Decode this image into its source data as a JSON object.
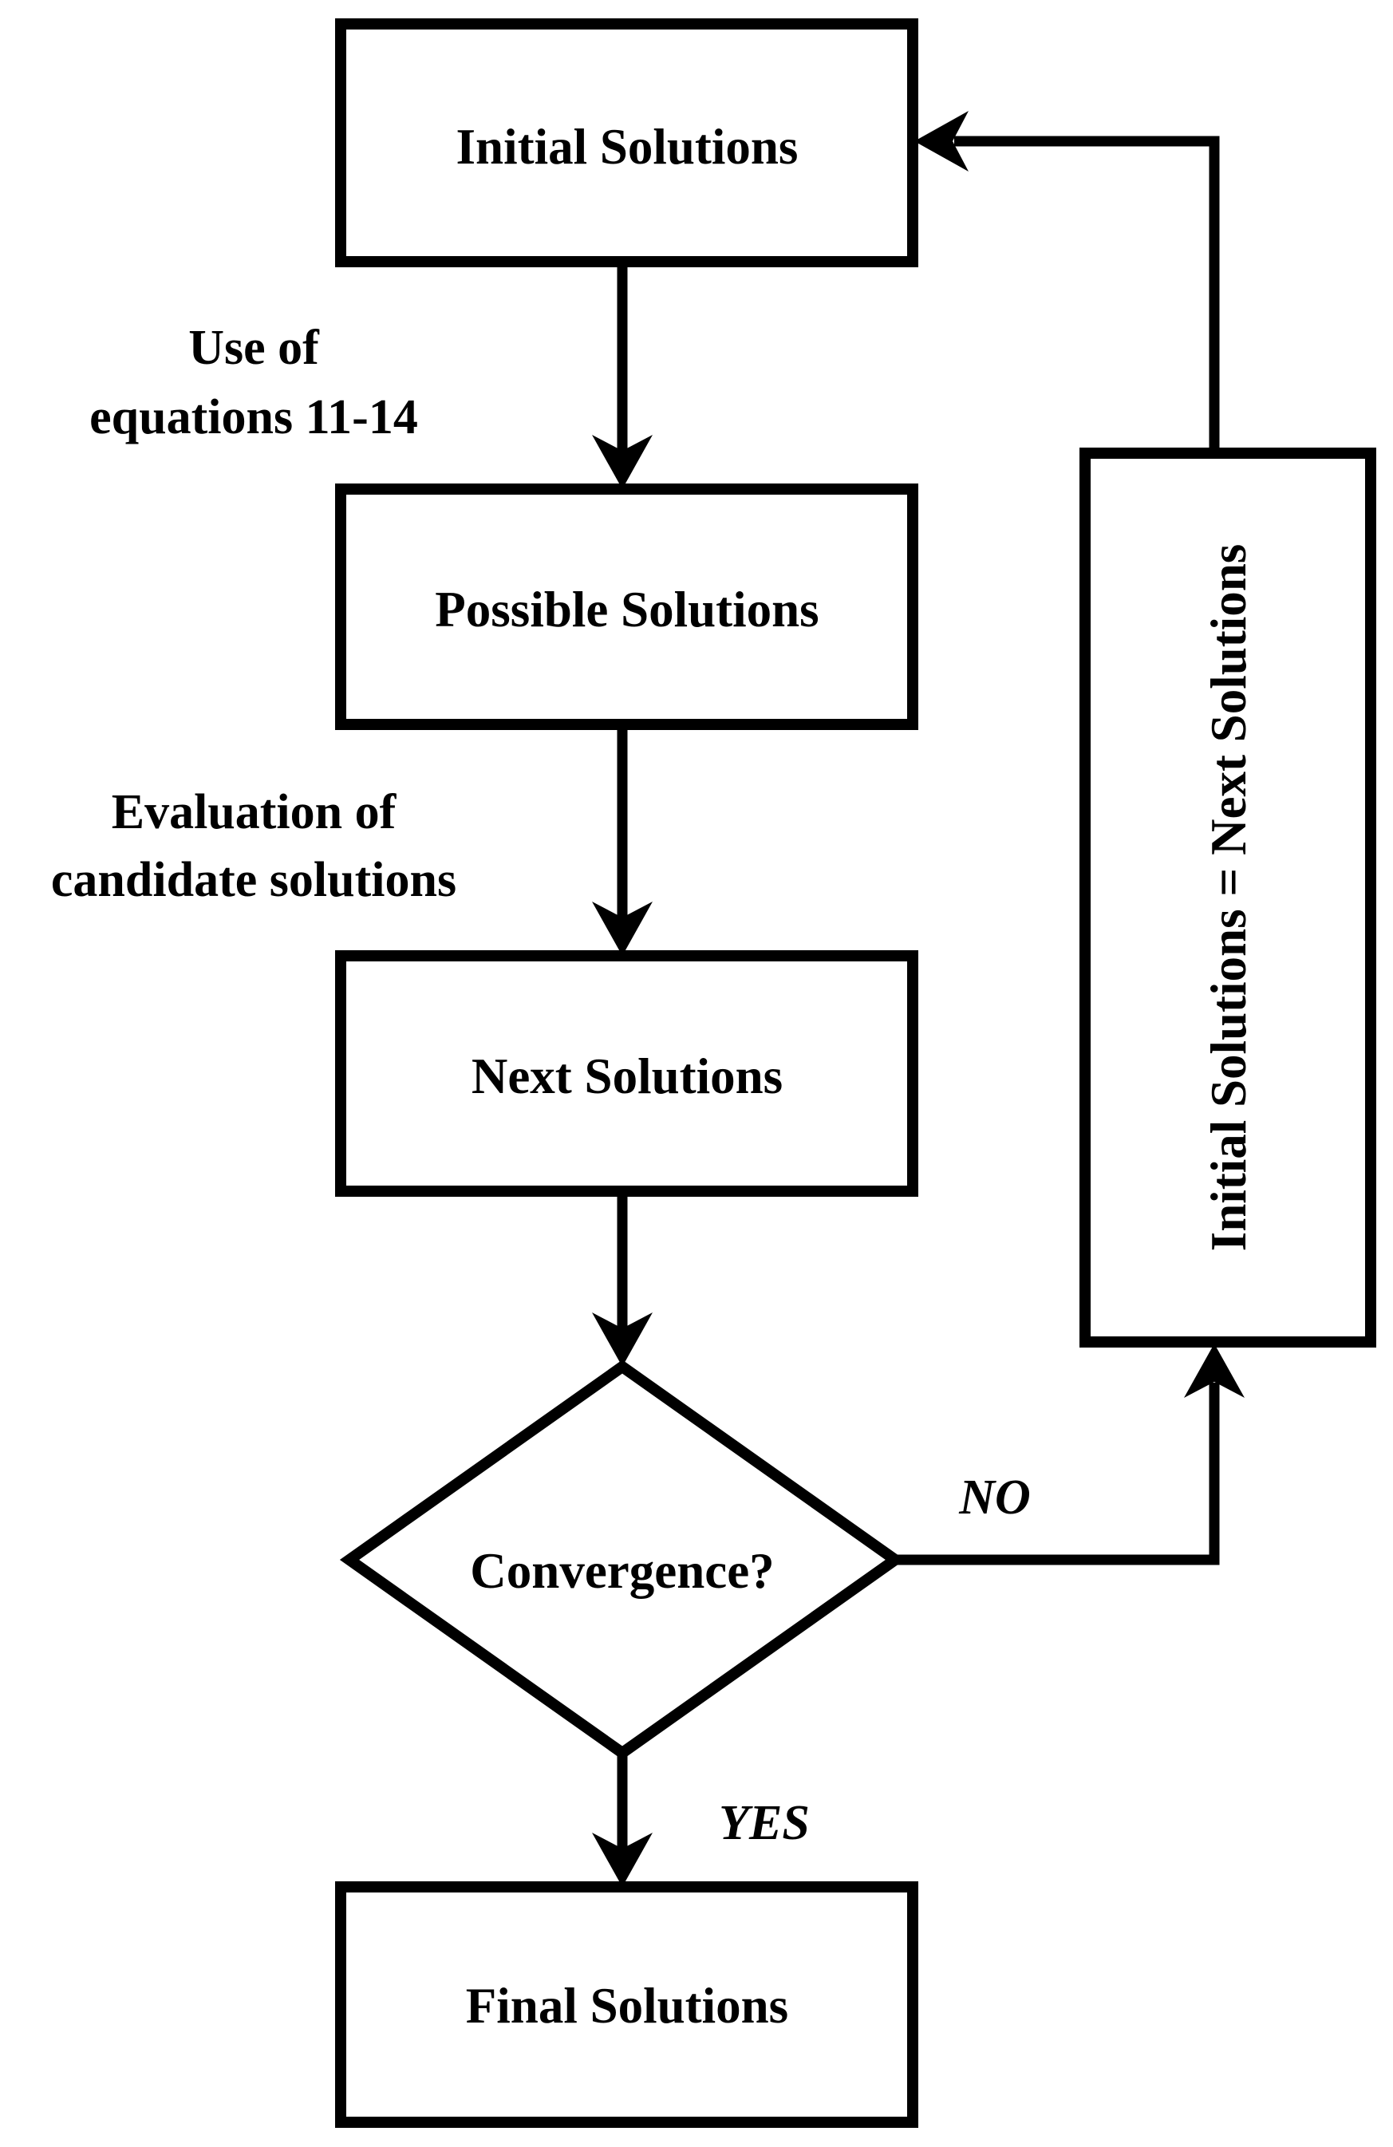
{
  "figure": {
    "type": "flowchart",
    "colors": {
      "ink": "#000000",
      "paper": "#ffffff"
    },
    "nodes": {
      "initial": {
        "label": "Initial Solutions"
      },
      "possible": {
        "label": "Possible Solutions"
      },
      "next": {
        "label": "Next Solutions"
      },
      "decision": {
        "label": "Convergence?"
      },
      "final": {
        "label": "Final Solutions"
      },
      "assign": {
        "label": "Initial Solutions = Next Solutions",
        "text_rotation_deg": -90
      }
    },
    "edge_labels": {
      "no": "NO",
      "yes": "YES"
    },
    "annotations": {
      "use_line1": "Use of",
      "use_line2": "equations 11-14",
      "eval_line1": "Evaluation of",
      "eval_line2": "candidate solutions"
    }
  }
}
